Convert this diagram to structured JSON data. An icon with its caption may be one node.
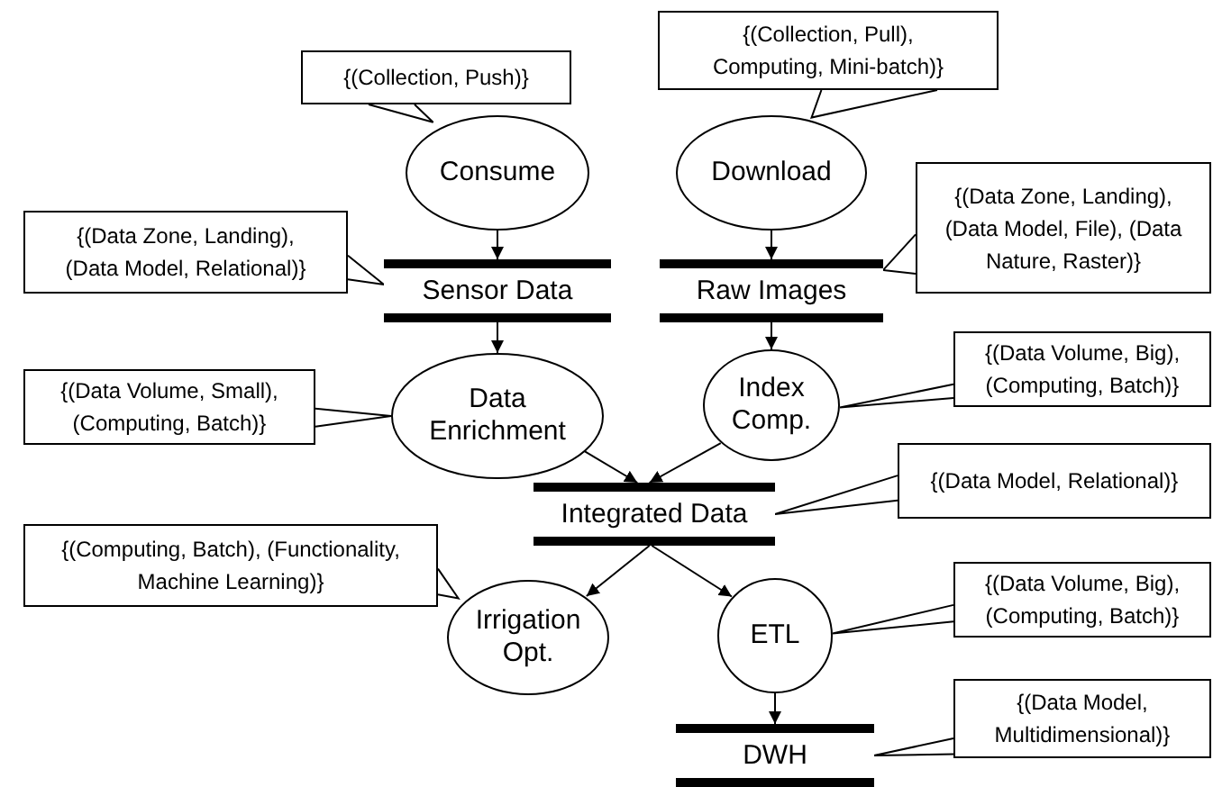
{
  "diagram": {
    "nodes": [
      {
        "text": [
          "Consume"
        ],
        "beside": [
          "{(Collection, Push)}"
        ]
      },
      {
        "text": [
          "Download"
        ],
        "beside": [
          "{(Collection, Pull), Computing, Mini-batch)}"
        ]
      },
      {
        "text": [
          "Sensor Data"
        ],
        "beside": [
          "{(Data Zone, Landing), (Data Model, Relational)}"
        ]
      },
      {
        "text": [
          "Raw Images"
        ],
        "beside": [
          "{(Data Zone, Landing), (Data Model, File), (Data Nature, Raster)}"
        ]
      },
      {
        "text": [
          "Data Enrichment"
        ]
      },
      {
        "text": [
          "Index Comp."
        ]
      },
      {
        "text": [
          "Integrated Data"
        ]
      },
      {
        "text": [
          "Irrigation Opt."
        ],
        "beside": [
          "{(Computing, Batch), (Functionality, Machine Learning)}"
        ]
      },
      {
        "text": [
          "ETL"
        ]
      },
      {
        "text": [
          "DWH"
        ]
      }
    ],
    "edges": [
      {
        "from": 0,
        "to": 2,
        "arrow": "to"
      },
      {
        "from": 1,
        "to": 3,
        "arrow": "to"
      },
      {
        "from": 2,
        "to": 4,
        "arrow": "to"
      },
      {
        "from": 3,
        "to": 5,
        "arrow": "to"
      },
      {
        "from": 4,
        "to": 6,
        "arrow": "to"
      },
      {
        "from": 5,
        "to": 6,
        "arrow": "to"
      },
      {
        "from": 6,
        "to": 7,
        "arrow": "to"
      },
      {
        "from": 6,
        "to": 8,
        "arrow": "to"
      },
      {
        "from": 8,
        "to": 9,
        "arrow": "to"
      }
    ],
    "labels": [
      "{(Data Volume, Big), (Computing, Batch)}",
      "{(Data Volume, Small), (Computing, Batch)}",
      "{(Data Model, Relational)}",
      "{(Data Volume, Big), (Computing, Batch)}",
      "{(Data Model, Multidimensional)}"
    ]
  }
}
